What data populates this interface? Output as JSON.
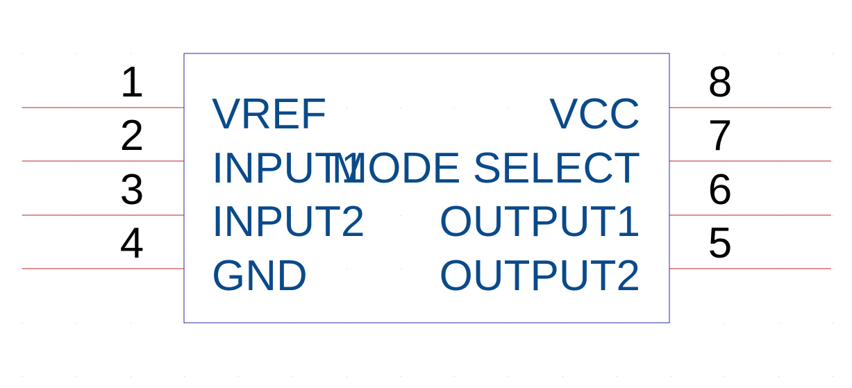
{
  "colors": {
    "pin_line": "#c0222a",
    "body_outline": "#2a2aa0",
    "pin_name_text": "#0a4a8a",
    "pin_number_text": "#000000",
    "background": "#ffffff"
  },
  "left_pins": [
    {
      "number": "1",
      "name": "VREF"
    },
    {
      "number": "2",
      "name": "INPUT1"
    },
    {
      "number": "3",
      "name": "INPUT2"
    },
    {
      "number": "4",
      "name": "GND"
    }
  ],
  "right_pins": [
    {
      "number": "8",
      "name": "VCC"
    },
    {
      "number": "7",
      "name": "MODE SELECT"
    },
    {
      "number": "6",
      "name": "OUTPUT1"
    },
    {
      "number": "5",
      "name": "OUTPUT2"
    }
  ]
}
